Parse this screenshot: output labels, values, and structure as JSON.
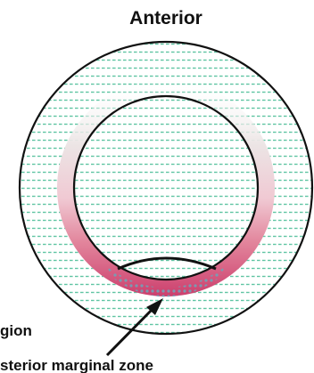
{
  "diagram": {
    "top_label": "Anterior",
    "left_label": "gion",
    "bottom_label": "sterior marginal zone"
  },
  "colors": {
    "hatch_lines": "#5fc4a3",
    "outline": "#111111",
    "marginal_band_light": "#ece5e5",
    "marginal_band_pink": "#e2859c",
    "marginal_band_dark": "#cc3f6d",
    "dot_region": "#6fa3b8"
  }
}
